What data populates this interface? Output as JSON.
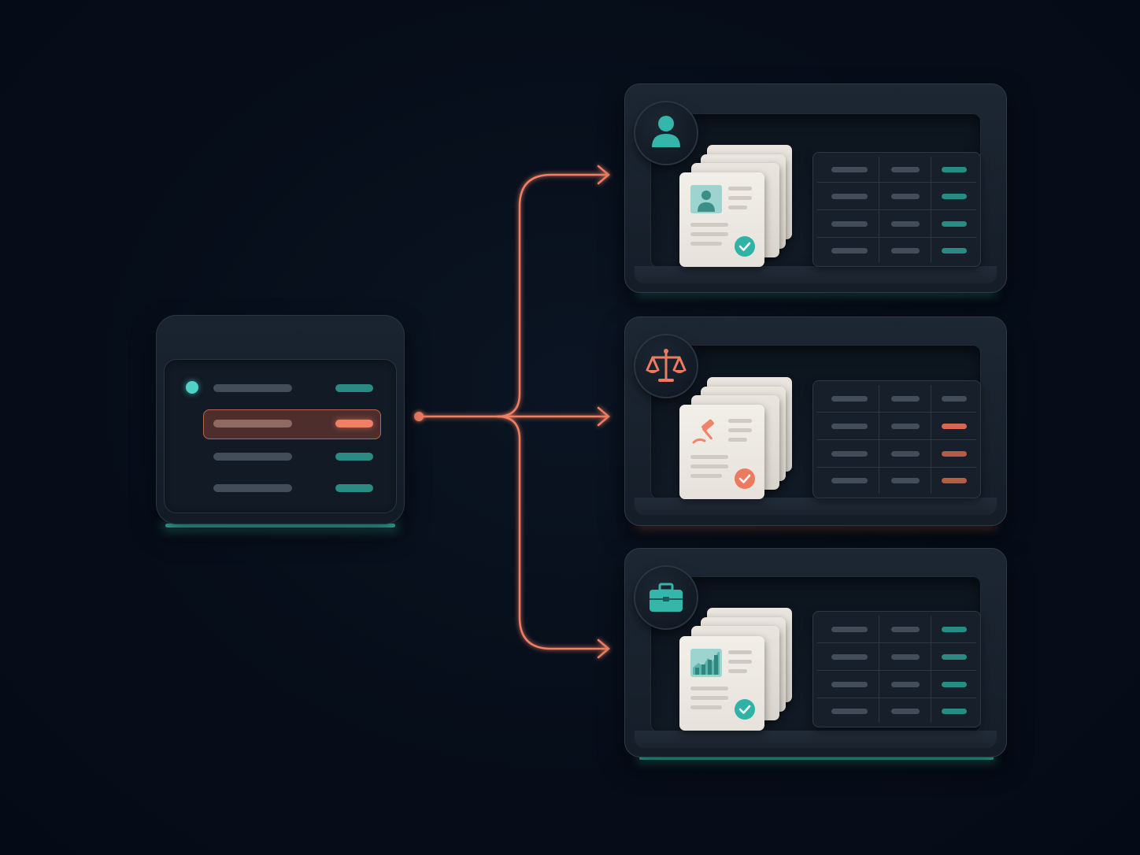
{
  "theme": {
    "background": "#060d19",
    "accent_teal": "#3fd6c6",
    "accent_orange": "#f07f63"
  },
  "source": {
    "rows": [
      {
        "status": "active",
        "value_color": "teal"
      },
      {
        "status": "selected",
        "value_color": "orange"
      },
      {
        "status": "normal",
        "value_color": "teal"
      },
      {
        "status": "normal",
        "value_color": "teal"
      }
    ],
    "selected_row_index": 1
  },
  "connector": {
    "color": "#f07f63",
    "branches": [
      "person",
      "legal",
      "business"
    ]
  },
  "targets": [
    {
      "id": "person",
      "icon": "person-icon",
      "doc_thumb_icon": "person-photo-icon",
      "status_icon": "check-icon",
      "accent": "teal",
      "table_value_colors": [
        "teal",
        "teal",
        "teal",
        "teal"
      ]
    },
    {
      "id": "legal",
      "icon": "scales-icon",
      "doc_thumb_icon": "gavel-icon",
      "status_icon": "check-icon",
      "accent": "orange",
      "table_value_colors": [
        "gray",
        "orange",
        "orange",
        "orange"
      ]
    },
    {
      "id": "business",
      "icon": "briefcase-icon",
      "doc_thumb_icon": "bar-chart-icon",
      "status_icon": "check-icon",
      "accent": "teal",
      "table_value_colors": [
        "teal",
        "teal",
        "teal",
        "teal"
      ]
    }
  ]
}
